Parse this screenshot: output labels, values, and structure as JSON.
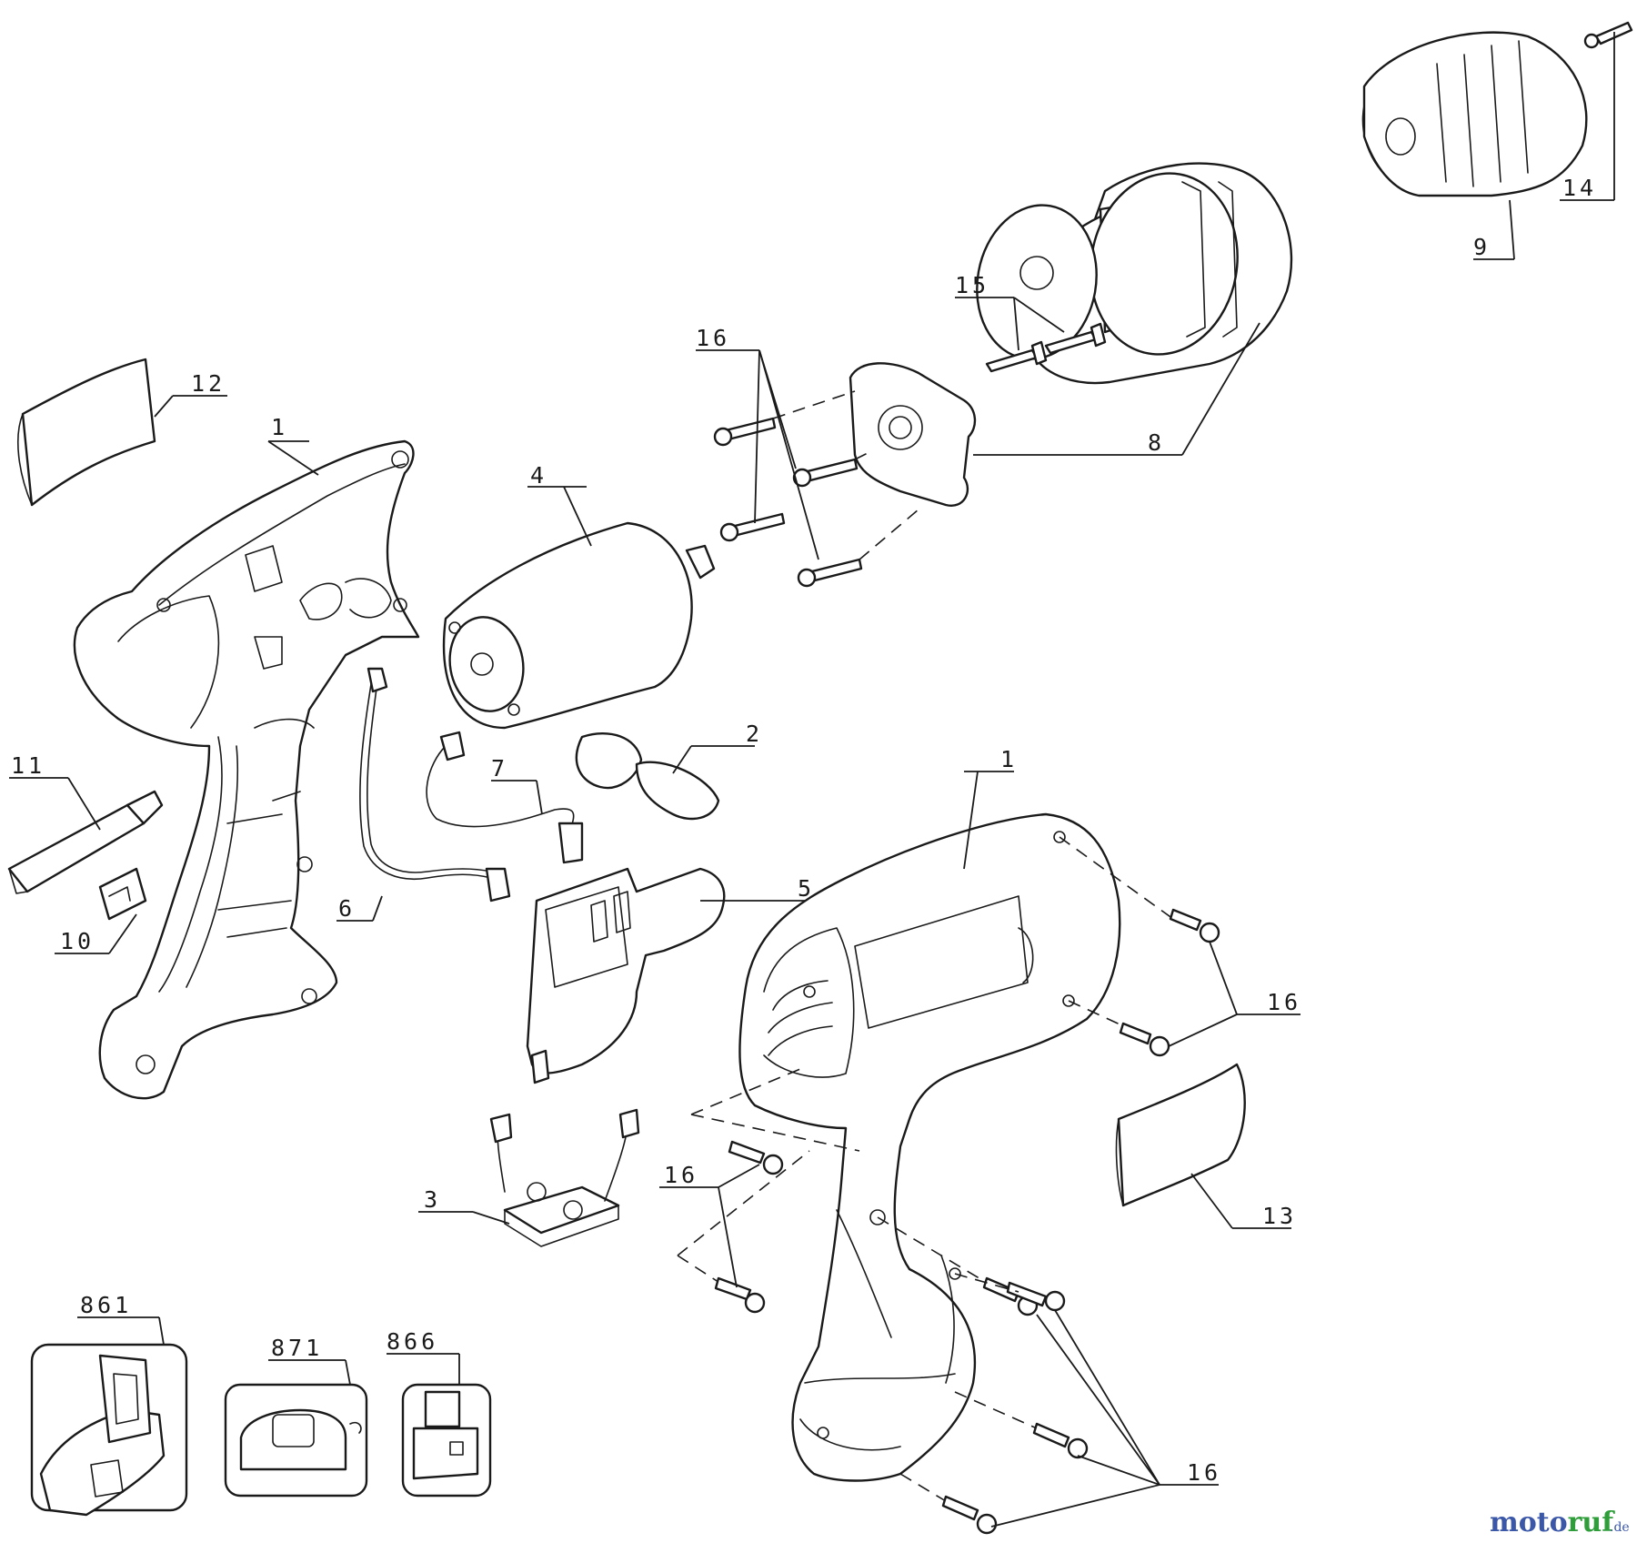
{
  "callouts": {
    "c1a": "1",
    "c1b": "1",
    "c2": "2",
    "c3": "3",
    "c4": "4",
    "c5": "5",
    "c6": "6",
    "c7": "7",
    "c8": "8",
    "c9": "9",
    "c10": "10",
    "c11": "11",
    "c12": "12",
    "c13": "13",
    "c14": "14",
    "c15": "15",
    "c16a": "16",
    "c16b": "16",
    "c16c": "16",
    "c16d": "16",
    "c861": "861",
    "c871": "871",
    "c866": "866"
  },
  "watermark": {
    "brand_part1": "moto",
    "brand_part2": "ruf",
    "suffix": ".de",
    "colors": [
      "#3b57a8",
      "#e2231a",
      "#f4a100",
      "#2e9d3a"
    ]
  }
}
